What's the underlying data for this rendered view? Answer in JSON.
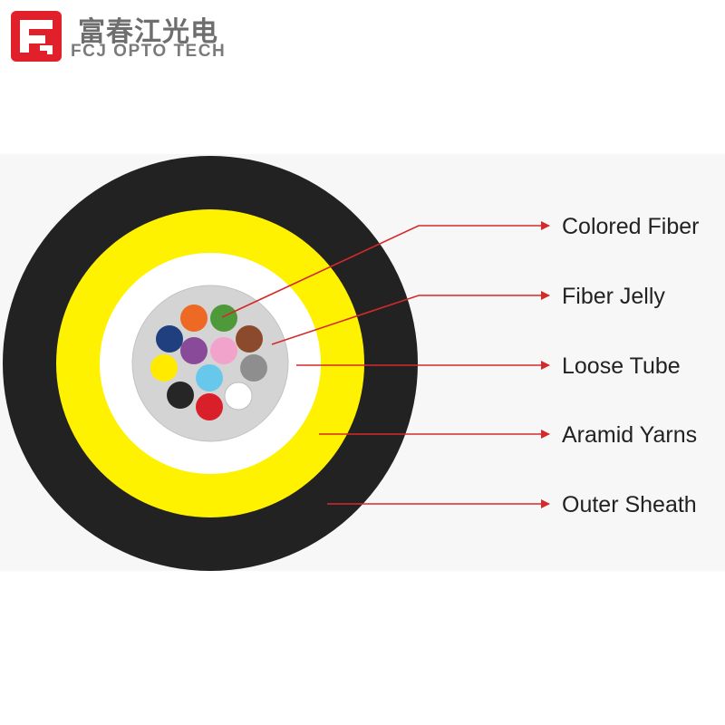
{
  "logo": {
    "chinese_name": "富春江光电",
    "english_name": "FCJ OPTO TECH",
    "brand_color": "#e0202a"
  },
  "cable": {
    "outer_sheath_color": "#222222",
    "aramid_color": "#fff200",
    "loose_tube_color": "#ffffff",
    "jelly_color": "#d4d4d4",
    "fibers": [
      {
        "name": "orange",
        "color": "#ee6a24"
      },
      {
        "name": "green",
        "color": "#4e9a3a"
      },
      {
        "name": "blue",
        "color": "#1f3f7e"
      },
      {
        "name": "violet",
        "color": "#8a4a9a"
      },
      {
        "name": "rose",
        "color": "#f2a3cc"
      },
      {
        "name": "brown",
        "color": "#8b4a2b"
      },
      {
        "name": "yellow",
        "color": "#ffea00"
      },
      {
        "name": "aqua",
        "color": "#67c8ec"
      },
      {
        "name": "slate",
        "color": "#8e8e8e"
      },
      {
        "name": "black",
        "color": "#262626"
      },
      {
        "name": "red",
        "color": "#d9202a"
      },
      {
        "name": "white",
        "color": "#ffffff"
      }
    ]
  },
  "callouts": [
    {
      "label": "Colored Fiber"
    },
    {
      "label": "Fiber Jelly"
    },
    {
      "label": "Loose Tube"
    },
    {
      "label": "Aramid Yarns"
    },
    {
      "label": "Outer Sheath"
    }
  ],
  "callout_line_color": "#d42a2a"
}
